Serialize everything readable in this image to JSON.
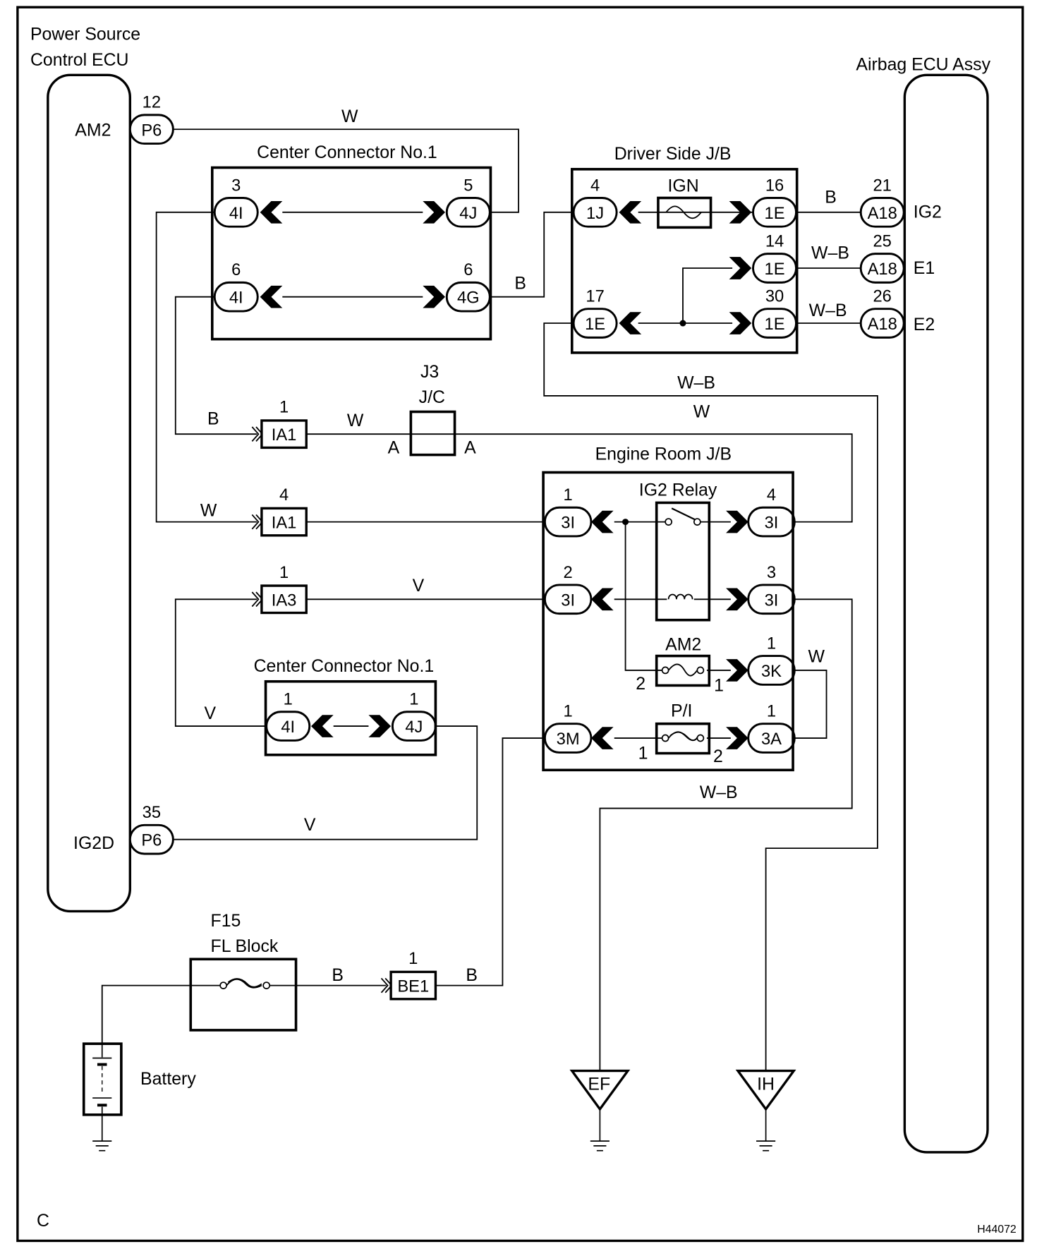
{
  "figure_id": "H44072",
  "corner_label": "C",
  "components": {
    "power_source_ecu": {
      "title_line1": "Power Source",
      "title_line2": "Control ECU",
      "pins": [
        {
          "name": "AM2",
          "pin": "12",
          "connector": "P6"
        },
        {
          "name": "IG2D",
          "pin": "35",
          "connector": "P6"
        }
      ]
    },
    "airbag_ecu": {
      "title": "Airbag ECU Assy",
      "pins": [
        {
          "name": "IG2",
          "pin": "21",
          "connector": "A18"
        },
        {
          "name": "E1",
          "pin": "25",
          "connector": "A18"
        },
        {
          "name": "E2",
          "pin": "26",
          "connector": "A18"
        }
      ]
    },
    "center_connector_top": {
      "title": "Center Connector No.1",
      "rows": [
        {
          "left_pin": "3",
          "left_conn": "4I",
          "right_pin": "5",
          "right_conn": "4J"
        },
        {
          "left_pin": "6",
          "left_conn": "4I",
          "right_pin": "6",
          "right_conn": "4G"
        }
      ]
    },
    "center_connector_bottom": {
      "title": "Center Connector No.1",
      "left_pin": "1",
      "left_conn": "4I",
      "right_pin": "1",
      "right_conn": "4J"
    },
    "driver_side_jb": {
      "title": "Driver Side J/B",
      "fuse": "IGN",
      "in_pin": "4",
      "in_conn": "1J",
      "out1_pin": "16",
      "out1_conn": "1E",
      "out2_pin": "14",
      "out2_conn": "1E",
      "gnd_in_pin": "17",
      "gnd_in_conn": "1E",
      "out3_pin": "30",
      "out3_conn": "1E"
    },
    "junction_connector": {
      "id": "J3",
      "type": "J/C",
      "left": "A",
      "right": "A"
    },
    "inline_connectors": [
      {
        "pin": "1",
        "connector": "IA1"
      },
      {
        "pin": "4",
        "connector": "IA1"
      },
      {
        "pin": "1",
        "connector": "IA3"
      },
      {
        "pin": "1",
        "connector": "BE1"
      }
    ],
    "engine_room_jb": {
      "title": "Engine Room J/B",
      "relay": "IG2 Relay",
      "fuse_am2": "AM2",
      "fuse_pi": "P/I",
      "pins": [
        {
          "pin": "1",
          "connector": "3I"
        },
        {
          "pin": "4",
          "connector": "3I"
        },
        {
          "pin": "2",
          "connector": "3I"
        },
        {
          "pin": "3",
          "connector": "3I"
        },
        {
          "pin": "1",
          "connector": "3K"
        },
        {
          "pin": "1",
          "connector": "3M"
        },
        {
          "pin": "1",
          "connector": "3A"
        }
      ],
      "fuse_terminals": {
        "am2_left": "2",
        "am2_right": "1",
        "pi_left": "1",
        "pi_right": "2"
      }
    },
    "fl_block": {
      "id": "F15",
      "title": "FL Block"
    },
    "battery": {
      "label": "Battery"
    },
    "grounds": [
      {
        "label": "EF"
      },
      {
        "label": "IH"
      }
    ]
  },
  "wire_colors": {
    "am2_top": "W",
    "jb_in": "B",
    "ig2": "B",
    "e1": "W–B",
    "e2": "W–B",
    "e_ground": "W–B",
    "ia1_b": "B",
    "ia1_w": "W",
    "jc_w": "W",
    "ia1_4_w": "W",
    "ia3_v": "V",
    "ia3_left_v": "V",
    "ig2d_v": "V",
    "relay_w": "W",
    "ef_wb": "W–B",
    "fl_b": "B",
    "be1_b": "B"
  }
}
